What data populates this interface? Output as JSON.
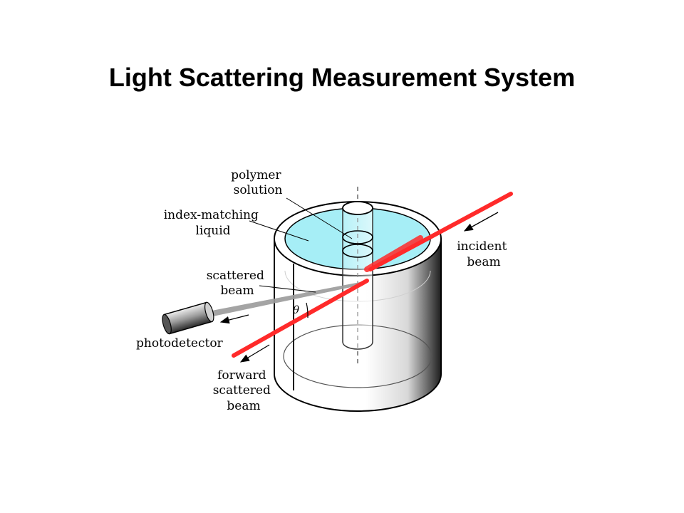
{
  "title": "Light Scattering Measurement System",
  "labels": {
    "polymer_solution": [
      "polymer",
      "solution"
    ],
    "index_matching_liquid": [
      "index-matching",
      "liquid"
    ],
    "scattered_beam": [
      "scattered",
      "beam"
    ],
    "incident_beam": [
      "incident",
      "beam"
    ],
    "forward_scattered_beam": [
      "forward",
      "scattered",
      "beam"
    ],
    "photodetector": "photodetector",
    "angle": "θ"
  },
  "colors": {
    "beam": "#ff2a2a",
    "liquid": "#a6eef6",
    "scattered_beam": "#9a9a9a"
  },
  "icons": [
    "photodetector-cylinder-icon",
    "arrow-icon"
  ]
}
